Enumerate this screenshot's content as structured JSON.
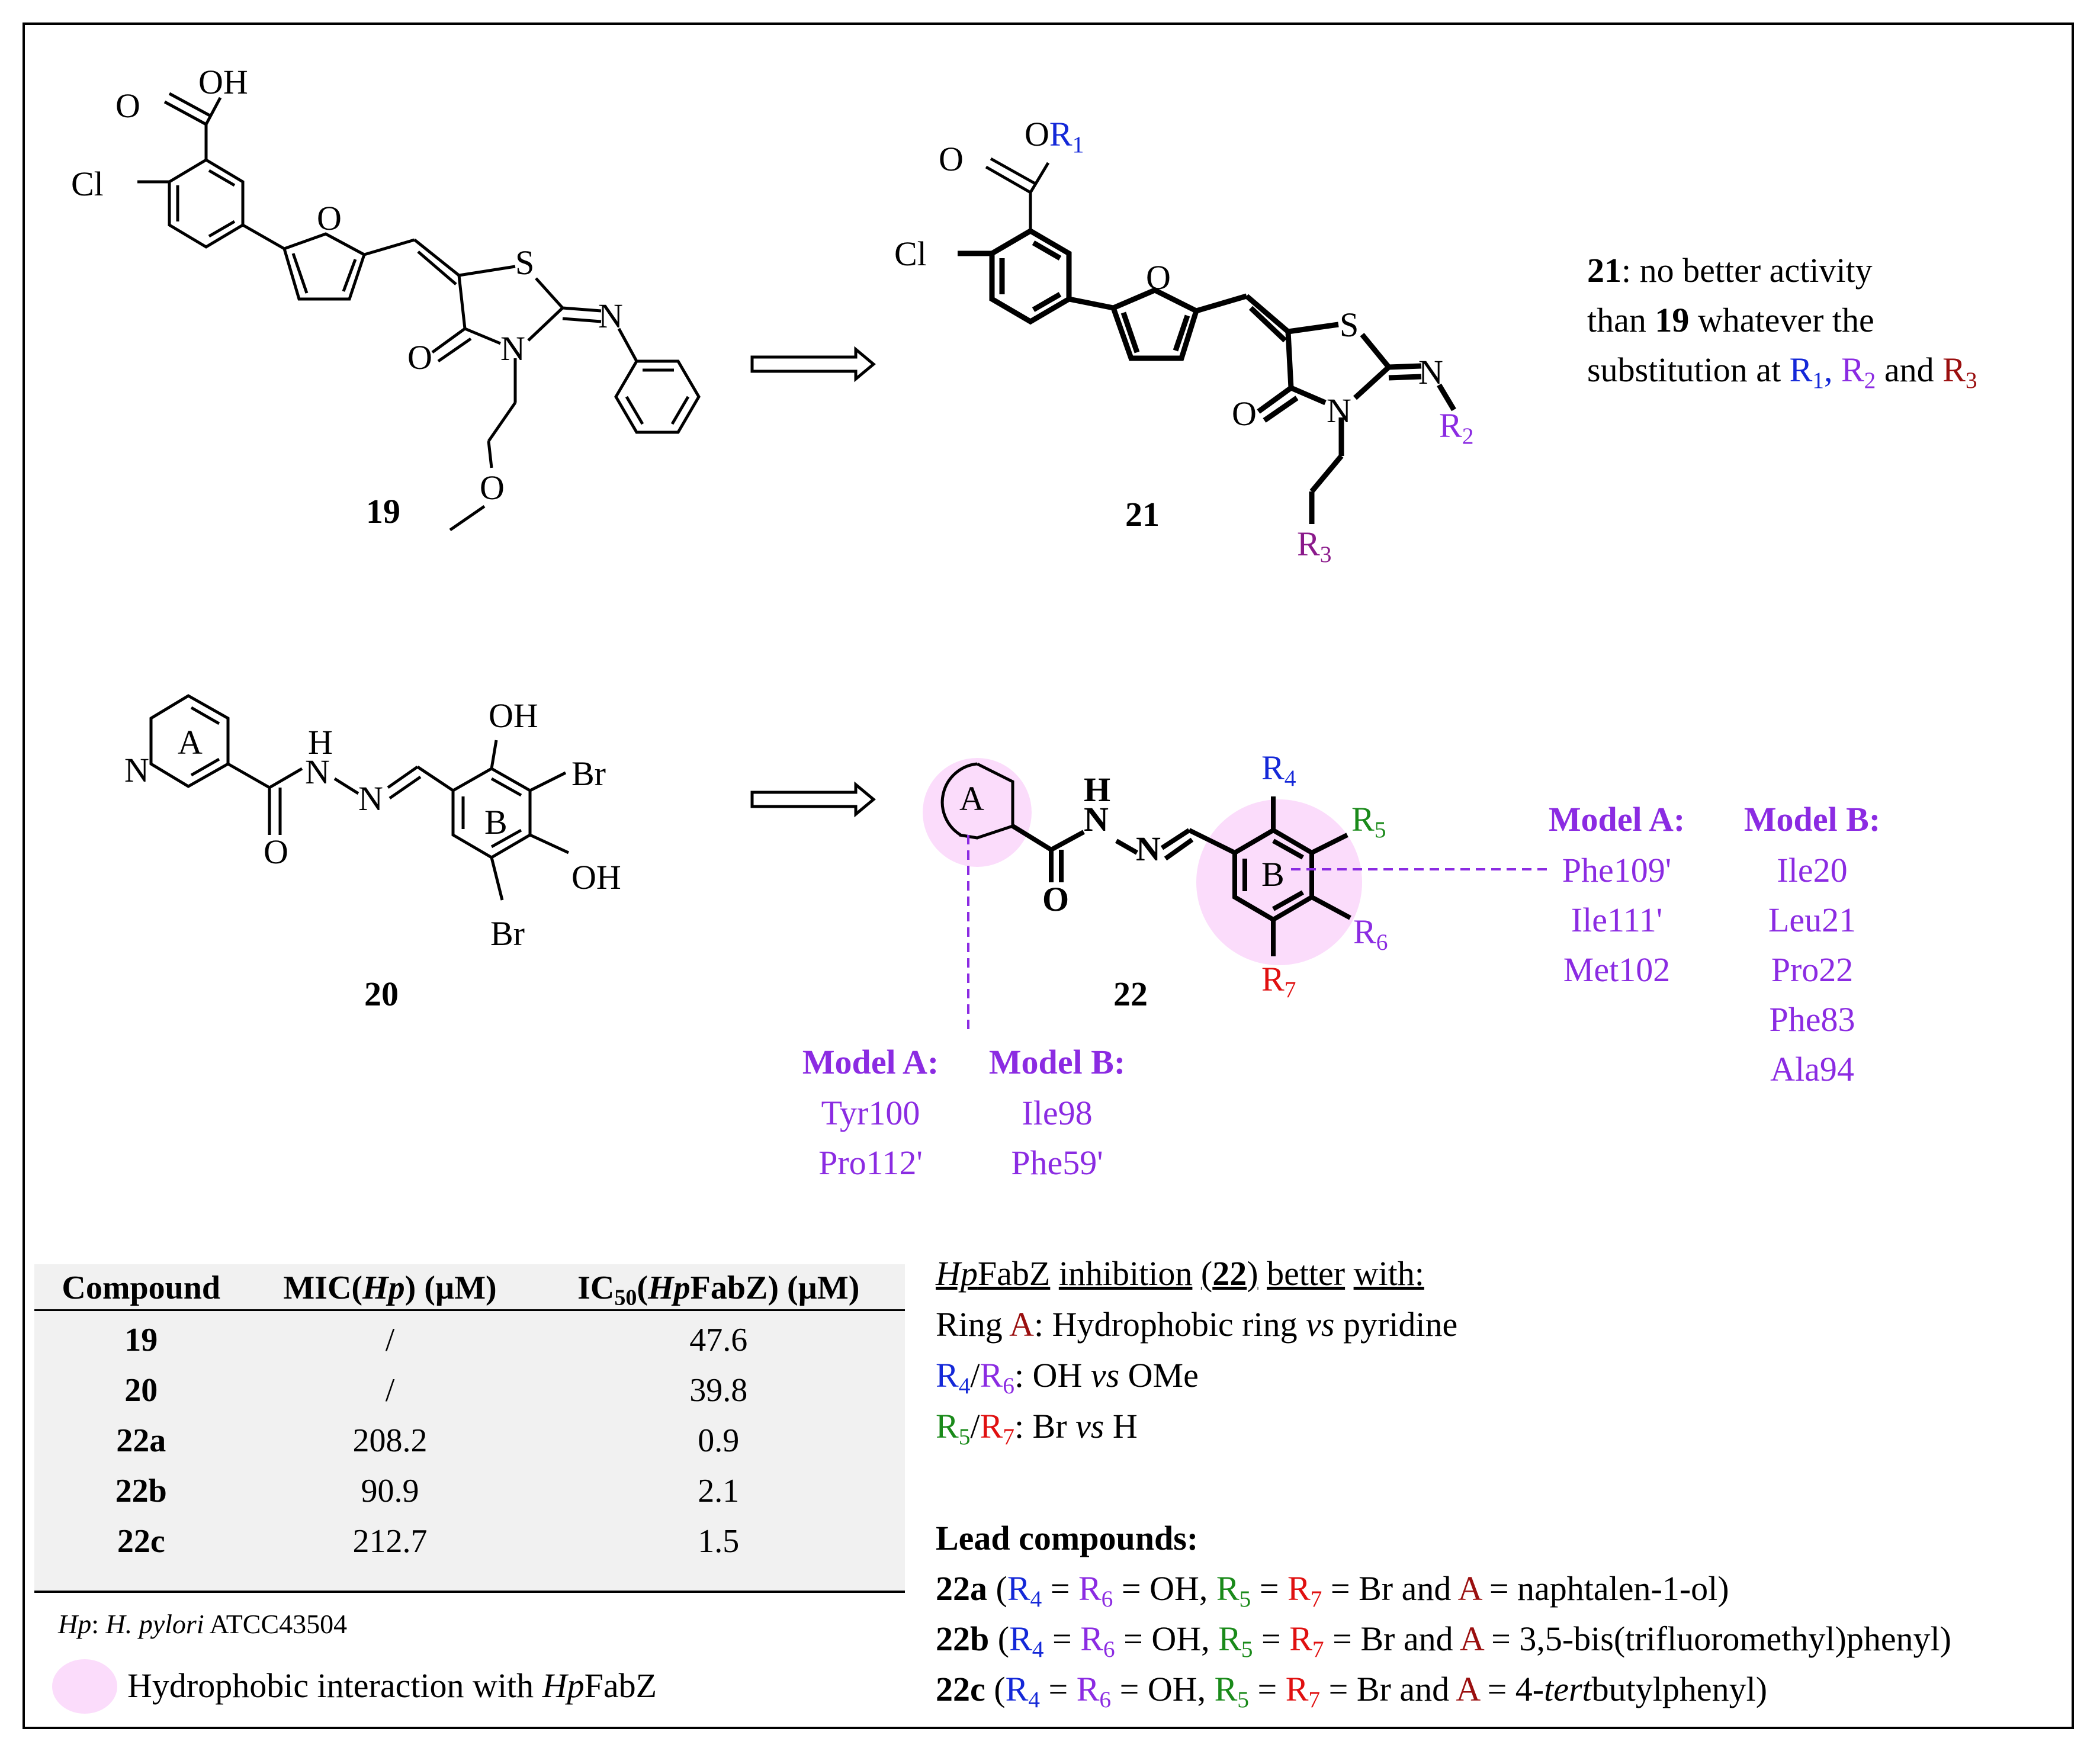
{
  "colors": {
    "purple": "#8B2BE2",
    "blue": "#1428d8",
    "green": "#1a8a1a",
    "red": "#e01010",
    "darkred": "#9a0f0f",
    "pink": "#fbdcfb"
  },
  "compounds": {
    "c19": "19",
    "c20": "20",
    "c21": "21",
    "c22": "22"
  },
  "atoms": {
    "oh": "OH",
    "o": "O",
    "cl": "Cl",
    "s": "S",
    "n": "N",
    "h": "H",
    "br": "Br",
    "a": "A",
    "b": "B",
    "or1_o": "O",
    "r1": "R",
    "r1_sub": "1",
    "r2": "R",
    "r2_sub": "2",
    "r3": "R",
    "r3_sub": "3",
    "r4": "R",
    "r4_sub": "4",
    "r5": "R",
    "r5_sub": "5",
    "r6": "R",
    "r6_sub": "6",
    "r7": "R",
    "r7_sub": "7"
  },
  "note21": {
    "line1_bold": "21",
    "line1_rest": ": no better activity",
    "line2_a": "than ",
    "line2_bold": "19",
    "line2_b": " whatever the",
    "line3_a": "substitution at ",
    "r": "R",
    "s1": "1",
    "comma": ",",
    "s2": "2",
    "and": " and ",
    "s3": "3"
  },
  "interactions": {
    "left_model_a_title": "Model A:",
    "left_model_a": [
      "Tyr100",
      "Pro112'"
    ],
    "left_model_b_title": "Model B:",
    "left_model_b": [
      "Ile98",
      "Phe59'"
    ],
    "right_model_a_title": "Model A:",
    "right_model_a": [
      "Phe109'",
      "Ile111'",
      "Met102"
    ],
    "right_model_b_title": "Model B:",
    "right_model_b": [
      "Ile20",
      "Leu21",
      "Pro22",
      "Phe83",
      "Ala94"
    ]
  },
  "table": {
    "headers": {
      "compound": "Compound",
      "mic_a": "MIC(",
      "mic_i": "Hp",
      "mic_b": ") (µM)",
      "ic_a": "IC",
      "ic_sub": "50",
      "ic_b": "(",
      "ic_i": "Hp",
      "ic_c": "FabZ) (µM)"
    },
    "rows": [
      {
        "compound": "19",
        "mic": "/",
        "ic50": "47.6"
      },
      {
        "compound": "20",
        "mic": "/",
        "ic50": "39.8"
      },
      {
        "compound": "22a",
        "mic": "208.2",
        "ic50": "0.9"
      },
      {
        "compound": "22b",
        "mic": "90.9",
        "ic50": "2.1"
      },
      {
        "compound": "22c",
        "mic": "212.7",
        "ic50": "1.5"
      }
    ],
    "footnote_a": "Hp",
    "footnote_b": ": ",
    "footnote_c": "H. pylori",
    "footnote_d": " ATCC43504"
  },
  "legend": {
    "text_a": "Hydrophobic interaction with ",
    "text_i": "Hp",
    "text_b": "FabZ"
  },
  "sar": {
    "title_i": "Hp",
    "title_a": "FabZ",
    "title_b": " inhibition",
    "title_c": " (",
    "title_d": "22",
    "title_e": ")",
    "title_f": " better",
    "title_g": " with:",
    "ring_a": "Ring ",
    "ring_letter": "A",
    "ring_rest": ": Hydrophobic ring ",
    "vs": "vs",
    "ring_end": " pyridine",
    "r4r6_rest": ": OH ",
    "r4r6_end": " OMe",
    "r5r7_rest": ": Br ",
    "r5r7_end": " H",
    "slash": "/"
  },
  "lead": {
    "title": "Lead compounds:",
    "items": [
      {
        "id": "22a",
        "tail": "naphtalen-1-ol)"
      },
      {
        "id": "22b",
        "tail": "3,5-bis(trifluoromethyl)phenyl)"
      },
      {
        "id": "22c",
        "tail_a": "4-",
        "tail_i": "tert",
        "tail_b": "butylphenyl)"
      }
    ],
    "open": " (",
    "eq": " = ",
    "oh": " = OH, ",
    "br": " = Br and ",
    "a": "A"
  }
}
